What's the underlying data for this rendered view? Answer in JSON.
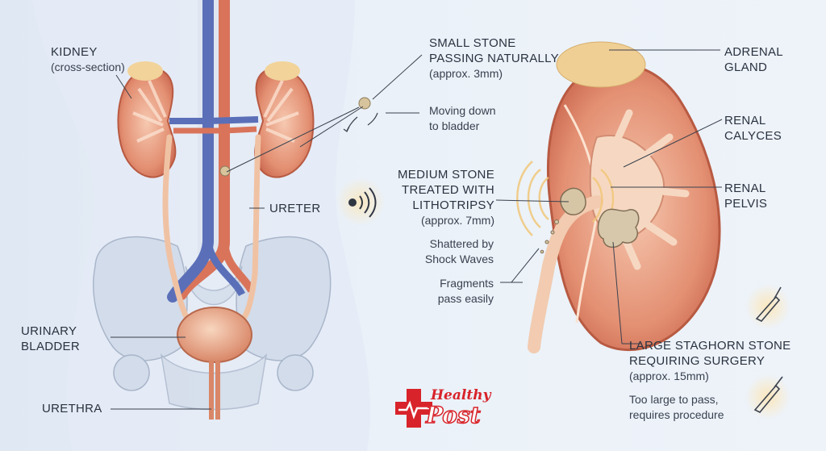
{
  "labels": {
    "kidney": {
      "title": "KIDNEY",
      "sub": "(cross-section)"
    },
    "ureter": "URETER",
    "bladder": [
      "URINARY",
      "BLADDER"
    ],
    "urethra": "URETHRA",
    "small_stone": {
      "l1": "SMALL STONE",
      "l2": "PASSING NATURALLY",
      "sub": "(approx. 3mm)"
    },
    "moving": [
      "Moving down",
      "to bladder"
    ],
    "medium_stone": {
      "l1": "MEDIUM STONE",
      "l2": "TREATED WITH",
      "l3": "LITHOTRIPSY",
      "sub": "(approx. 7mm)"
    },
    "shattered": [
      "Shattered by",
      "Shock Waves"
    ],
    "fragments": [
      "Fragments",
      "pass easily"
    ],
    "adrenal": [
      "ADRENAL",
      "GLAND"
    ],
    "calyces": [
      "RENAL",
      "CALYCES"
    ],
    "pelvis": [
      "RENAL",
      "PELVIS"
    ],
    "large_stone": {
      "l1": "LARGE STAGHORN STONE",
      "l2": "REQUIRING SURGERY",
      "sub": "(approx. 15mm)"
    },
    "too_large": [
      "Too large to pass,",
      "requires procedure"
    ]
  },
  "logo": {
    "line1": "Healthy",
    "line2": "Post"
  },
  "colors": {
    "kidney": "#d9826a",
    "vein": "#5a6fb8",
    "artery": "#d9745a",
    "ureter": "#f0c2a4",
    "bone": "#ccd6e6",
    "line": "#3a414d"
  },
  "icons": [
    "sound-wave-icon",
    "scalpel-icon",
    "scalpel-icon"
  ]
}
